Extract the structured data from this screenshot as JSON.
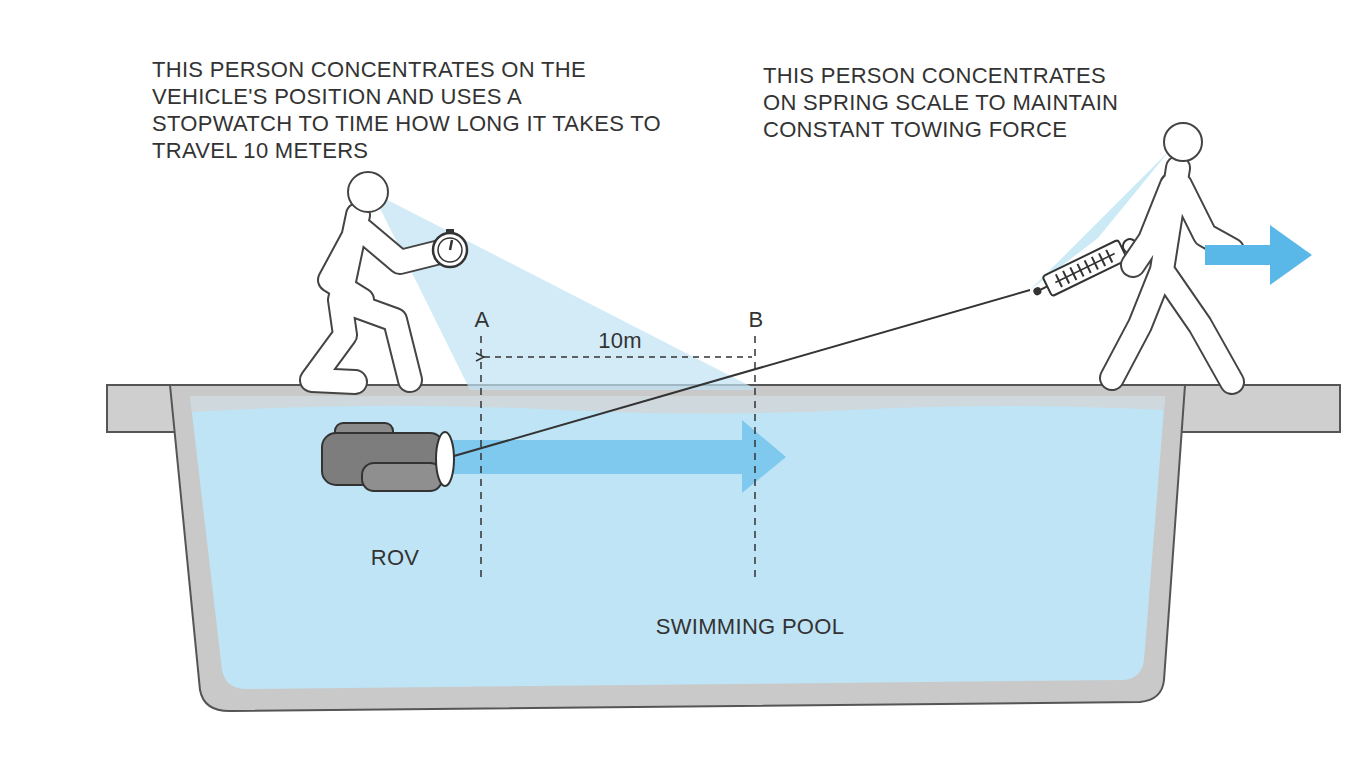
{
  "diagram": {
    "labels": [
      "THIS PERSON CONCENTRATES ON THE VEHICLE'S POSITION AND USES A STOPWATCH TO TIME HOW LONG IT TAKES TO TRAVEL 10 METERS",
      "THIS PERSON CONCENTRATES ON SPRING SCALE TO MAINTAIN CONSTANT TOWING FORCE",
      "A",
      "B",
      "10m",
      "ROV",
      "SWIMMING POOL"
    ]
  }
}
